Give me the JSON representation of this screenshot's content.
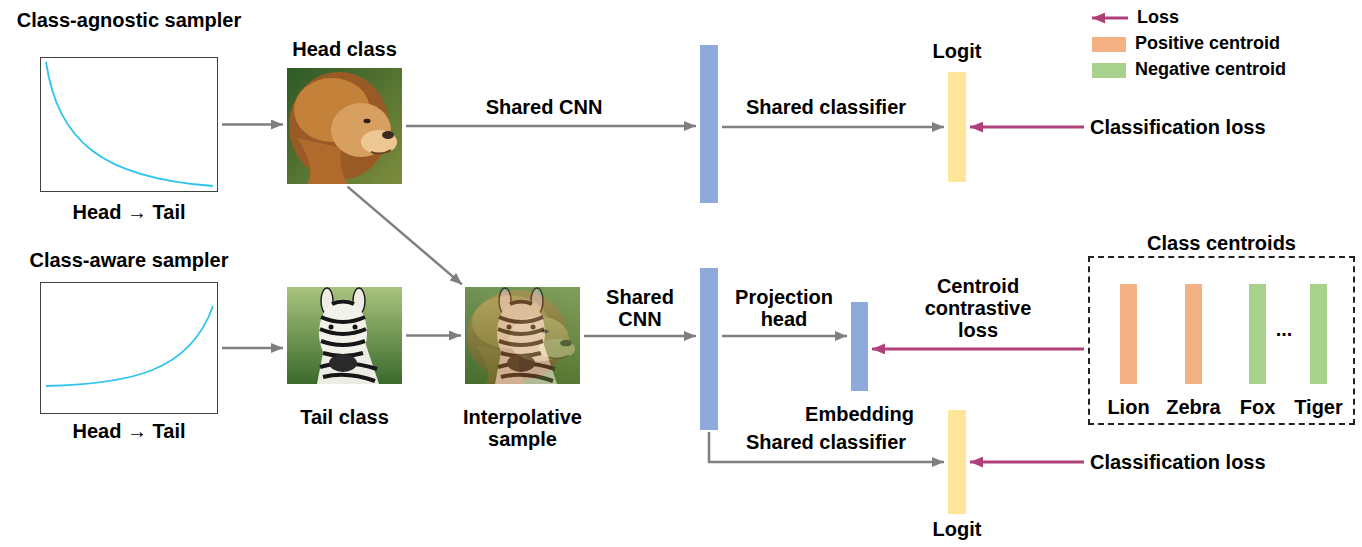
{
  "diagram": {
    "nodes": [
      {
        "text": [
          "Class-agnostic sampler",
          "Head → Tail"
        ]
      },
      {
        "text": [
          "Head class"
        ]
      },
      {
        "text": [
          "Logit"
        ]
      },
      {
        "text": [
          "Class-aware sampler",
          "Head → Tail"
        ]
      },
      {
        "text": [
          "Tail class"
        ]
      },
      {
        "text": [
          "Interpolative sample"
        ]
      },
      {
        "text": [
          "Embedding"
        ]
      },
      {
        "text": [
          "Class centroids"
        ]
      },
      {
        "text": [
          "Lion"
        ],
        "in": 7
      },
      {
        "text": [
          "Zebra"
        ],
        "in": 7
      },
      {
        "text": [
          "Fox"
        ],
        "in": 7
      },
      {
        "text": [
          "Tiger"
        ],
        "in": 7
      },
      {
        "text": [
          "Logit"
        ]
      }
    ],
    "edges": [
      {
        "from": 0,
        "to": 1,
        "arrow": "to"
      },
      {
        "from": 3,
        "to": 4,
        "arrow": "to"
      },
      {
        "from": 4,
        "to": 5,
        "arrow": "to"
      },
      {
        "from": 1,
        "to": 5,
        "arrow": "to"
      },
      {
        "from": 7,
        "to": 6,
        "label": "Centroid contrastive loss",
        "arrow": "to"
      }
    ],
    "labels": [
      "Shared CNN",
      "Shared classifier",
      "Classification loss",
      "Shared CNN",
      "Projection head",
      "...",
      "Shared classifier",
      "Classification loss"
    ],
    "legend": [
      {
        "text": "Loss"
      },
      {
        "text": "Positive centroid",
        "color": "#f4b183"
      },
      {
        "text": "Negative centroid",
        "color": "#a9d18e"
      }
    ]
  }
}
